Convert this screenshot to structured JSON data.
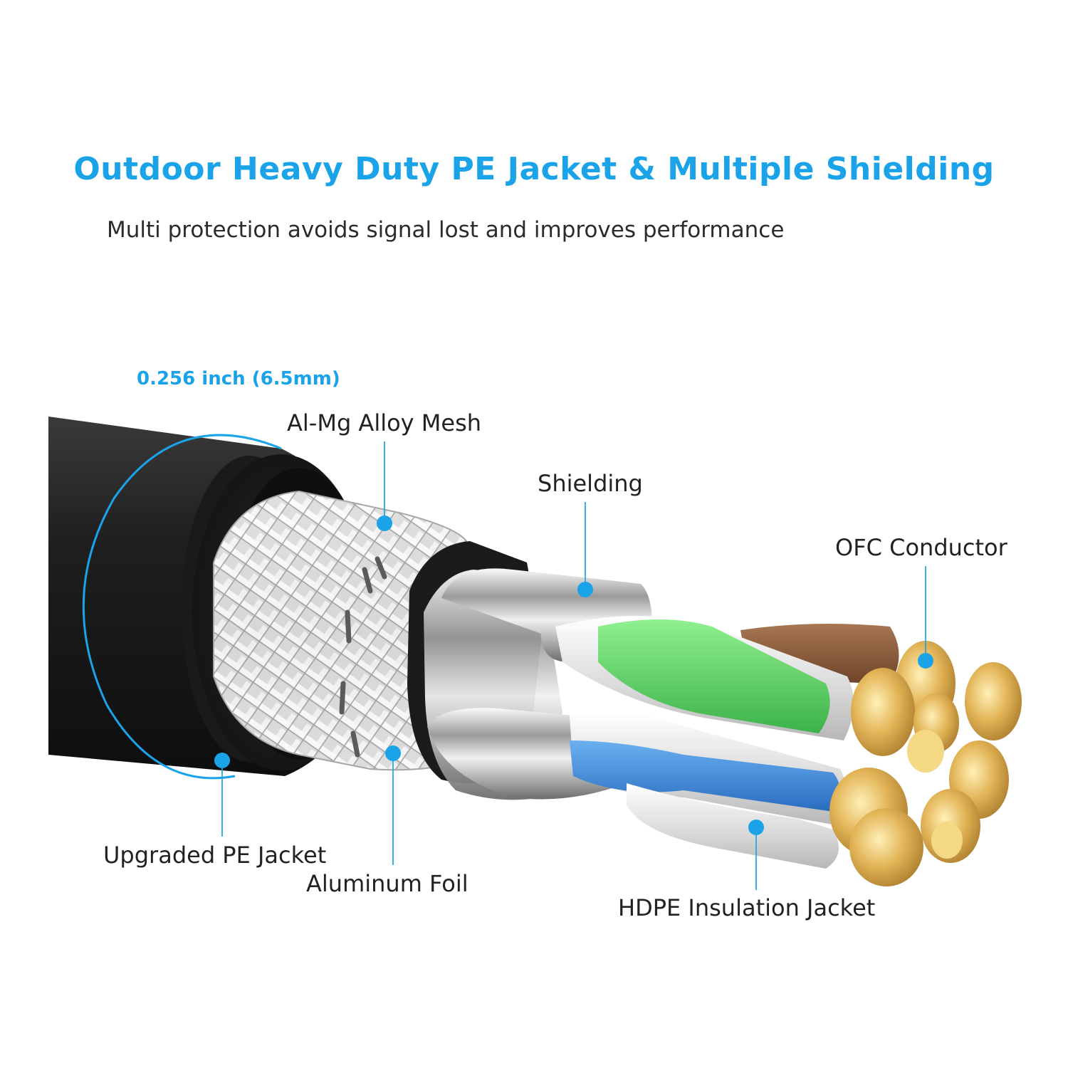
{
  "header": {
    "title": "Outdoor Heavy Duty PE Jacket & Multiple Shielding",
    "subtitle": "Multi protection avoids signal lost and improves performance"
  },
  "diagram": {
    "diameter_label": "0.256 inch (6.5mm)",
    "callouts": {
      "alloy_mesh": "Al-Mg Alloy Mesh",
      "shielding": "Shielding",
      "conductor": "OFC Conductor",
      "pe_jacket": "Upgraded PE Jacket",
      "foil": "Aluminum Foil",
      "insulation": "HDPE Insulation Jacket"
    }
  },
  "colors": {
    "accent": "#1aa3e8",
    "label_text": "#222222",
    "jacket": "#1c1c1c",
    "copper": "#d9a640",
    "pair_green": "#5fd36a",
    "pair_blue": "#3d86d6",
    "pair_brown": "#8a5a3a"
  }
}
